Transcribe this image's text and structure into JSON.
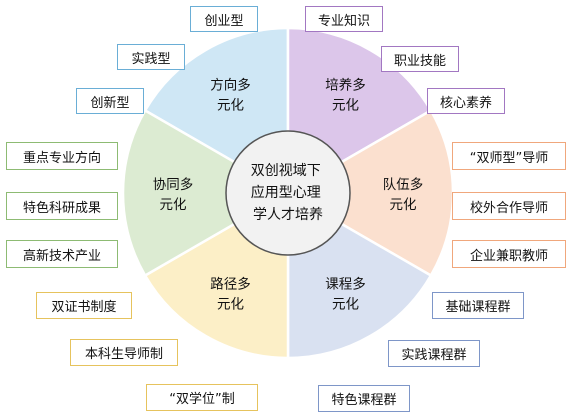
{
  "center": {
    "lines": [
      "双创视域下",
      "应用型心理",
      "学人才培养"
    ]
  },
  "segments": [
    {
      "id": "fangxiang",
      "lines": [
        "方向多",
        "元化"
      ],
      "color": "#cfe7f5"
    },
    {
      "id": "peiyang",
      "lines": [
        "培养多",
        "元化"
      ],
      "color": "#dcc6ea"
    },
    {
      "id": "duiwu",
      "lines": [
        "队伍多",
        "元化"
      ],
      "color": "#fbe0cf"
    },
    {
      "id": "kecheng",
      "lines": [
        "课程多",
        "元化"
      ],
      "color": "#d9e1f1"
    },
    {
      "id": "lujing",
      "lines": [
        "路径多",
        "元化"
      ],
      "color": "#fcefc7"
    },
    {
      "id": "xietong",
      "lines": [
        "协同多",
        "元化"
      ],
      "color": "#dcebd2"
    }
  ],
  "tags": {
    "fangxiang": {
      "border": "#6aaed6",
      "items": [
        "创业型",
        "实践型",
        "创新型"
      ]
    },
    "peiyang": {
      "border": "#a277c2",
      "items": [
        "专业知识",
        "职业技能",
        "核心素养"
      ]
    },
    "duiwu": {
      "border": "#f0a77c",
      "items": [
        "“双师型”导师",
        "校外合作导师",
        "企业兼职教师"
      ]
    },
    "kecheng": {
      "border": "#7e96c8",
      "items": [
        "基础课程群",
        "实践课程群",
        "特色课程群"
      ]
    },
    "lujing": {
      "border": "#e6c35d",
      "items": [
        "双证书制度",
        "本科生导师制",
        "“双学位”制"
      ]
    },
    "xietong": {
      "border": "#8dbb73",
      "items": [
        "重点专业方向",
        "特色科研成果",
        "高新技术产业"
      ]
    }
  }
}
